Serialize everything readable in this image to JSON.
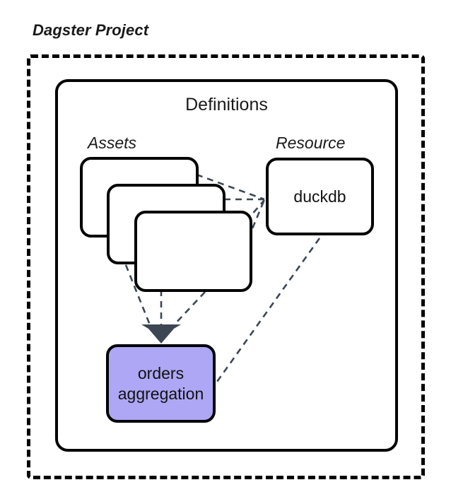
{
  "diagram": {
    "title": "Dagster Project",
    "container": {
      "label": "Definitions"
    },
    "groups": [
      {
        "id": "assets",
        "caption": "Assets"
      },
      {
        "id": "resource",
        "caption": "Resource"
      }
    ],
    "nodes": [
      {
        "id": "asset-card-1",
        "label": "",
        "kind": "asset",
        "fill": "#FFFFFF"
      },
      {
        "id": "asset-card-2",
        "label": "",
        "kind": "asset",
        "fill": "#FFFFFF"
      },
      {
        "id": "asset-card-3",
        "label": "",
        "kind": "asset",
        "fill": "#FFFFFF"
      },
      {
        "id": "duckdb",
        "label": "duckdb",
        "kind": "resource",
        "fill": "#FFFFFF"
      },
      {
        "id": "orders-aggregation",
        "label_line_1": "orders",
        "label_line_2": "aggregation",
        "kind": "asset",
        "fill": "#ADA7F5"
      }
    ],
    "edges": [
      {
        "from": "asset-card-1",
        "to": "duckdb",
        "style": "dashed",
        "arrow": false
      },
      {
        "from": "asset-card-2",
        "to": "duckdb",
        "style": "dashed",
        "arrow": false
      },
      {
        "from": "asset-card-3",
        "to": "duckdb",
        "style": "dashed",
        "arrow": false
      },
      {
        "from": "asset-card-1",
        "to": "orders-aggregation",
        "style": "dashed",
        "arrow": true
      },
      {
        "from": "asset-card-2",
        "to": "orders-aggregation",
        "style": "dashed",
        "arrow": true
      },
      {
        "from": "asset-card-3",
        "to": "orders-aggregation",
        "style": "dashed",
        "arrow": true
      },
      {
        "from": "duckdb",
        "to": "orders-aggregation",
        "style": "dashed",
        "arrow": false
      }
    ],
    "colors": {
      "stroke": "#000000",
      "edge": "#3D4754",
      "arrowhead": "#3D4754",
      "highlight_fill": "#ADA7F5",
      "background": "#FFFFFF"
    }
  }
}
